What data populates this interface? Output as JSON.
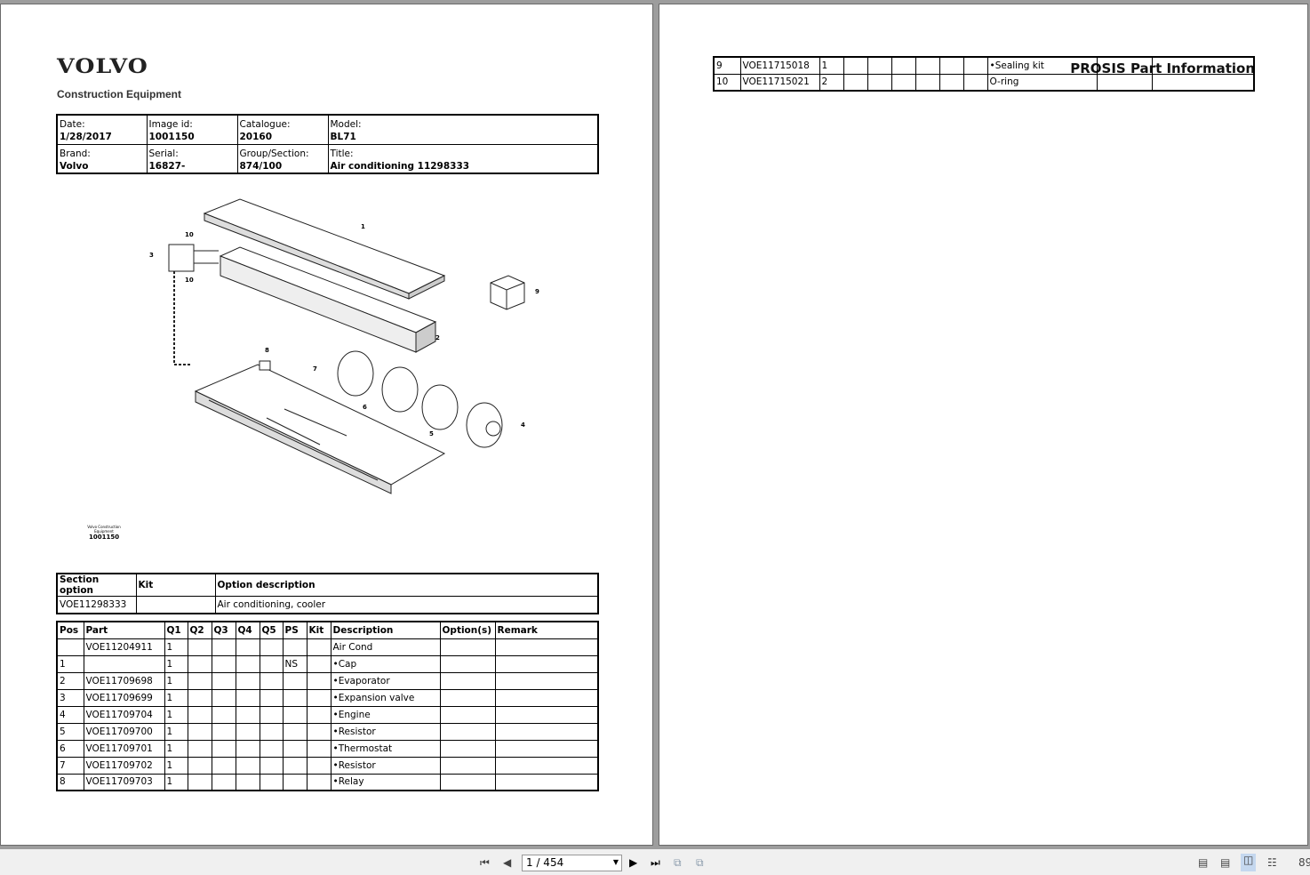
{
  "header": {
    "brand_logo": "VOLVO",
    "brand_sub": "Construction Equipment",
    "doc_title": "PROSIS Part Information"
  },
  "info": [
    [
      {
        "label": "Date:",
        "value": "1/28/2017"
      },
      {
        "label": "Image id:",
        "value": "1001150"
      },
      {
        "label": "Catalogue:",
        "value": "20160"
      },
      {
        "label": "Model:",
        "value": "BL71"
      }
    ],
    [
      {
        "label": "Brand:",
        "value": "Volvo"
      },
      {
        "label": "Serial:",
        "value": "16827-"
      },
      {
        "label": "Group/Section:",
        "value": "874/100"
      },
      {
        "label": "Title:",
        "value": "Air conditioning 11298333"
      }
    ]
  ],
  "diagram": {
    "caption_line1": "Volvo Construction",
    "caption_line2": "Equipment",
    "caption_id": "1001150",
    "callouts": [
      "1",
      "2",
      "3",
      "4",
      "5",
      "6",
      "7",
      "8",
      "9",
      "10",
      "10"
    ]
  },
  "section_table": {
    "headers": [
      "Section option",
      "Kit",
      "Option description"
    ],
    "rows": [
      [
        "VOE11298333",
        "",
        "Air conditioning, cooler"
      ]
    ]
  },
  "parts_table": {
    "headers": [
      "Pos",
      "Part",
      "Q1",
      "Q2",
      "Q3",
      "Q4",
      "Q5",
      "PS",
      "Kit",
      "Description",
      "Option(s)",
      "Remark"
    ],
    "rows": [
      [
        "",
        "VOE11204911",
        "1",
        "",
        "",
        "",
        "",
        "",
        "",
        "Air Cond",
        "",
        ""
      ],
      [
        "1",
        "",
        "1",
        "",
        "",
        "",
        "",
        "NS",
        "",
        "•Cap",
        "",
        ""
      ],
      [
        "2",
        "VOE11709698",
        "1",
        "",
        "",
        "",
        "",
        "",
        "",
        "•Evaporator",
        "",
        ""
      ],
      [
        "3",
        "VOE11709699",
        "1",
        "",
        "",
        "",
        "",
        "",
        "",
        "•Expansion valve",
        "",
        ""
      ],
      [
        "4",
        "VOE11709704",
        "1",
        "",
        "",
        "",
        "",
        "",
        "",
        "•Engine",
        "",
        ""
      ],
      [
        "5",
        "VOE11709700",
        "1",
        "",
        "",
        "",
        "",
        "",
        "",
        "•Resistor",
        "",
        ""
      ],
      [
        "6",
        "VOE11709701",
        "1",
        "",
        "",
        "",
        "",
        "",
        "",
        "•Thermostat",
        "",
        ""
      ],
      [
        "7",
        "VOE11709702",
        "1",
        "",
        "",
        "",
        "",
        "",
        "",
        "•Resistor",
        "",
        ""
      ],
      [
        "8",
        "VOE11709703",
        "1",
        "",
        "",
        "",
        "",
        "",
        "",
        "•Relay",
        "",
        ""
      ]
    ],
    "continued_rows": [
      [
        "9",
        "VOE11715018",
        "1",
        "",
        "",
        "",
        "",
        "",
        "",
        "•Sealing kit",
        "",
        ""
      ],
      [
        "10",
        "VOE11715021",
        "2",
        "",
        "",
        "",
        "",
        "",
        "",
        "O-ring",
        "",
        ""
      ]
    ]
  },
  "toolbar": {
    "page_indicator": "1 / 454",
    "zoom": "89"
  }
}
